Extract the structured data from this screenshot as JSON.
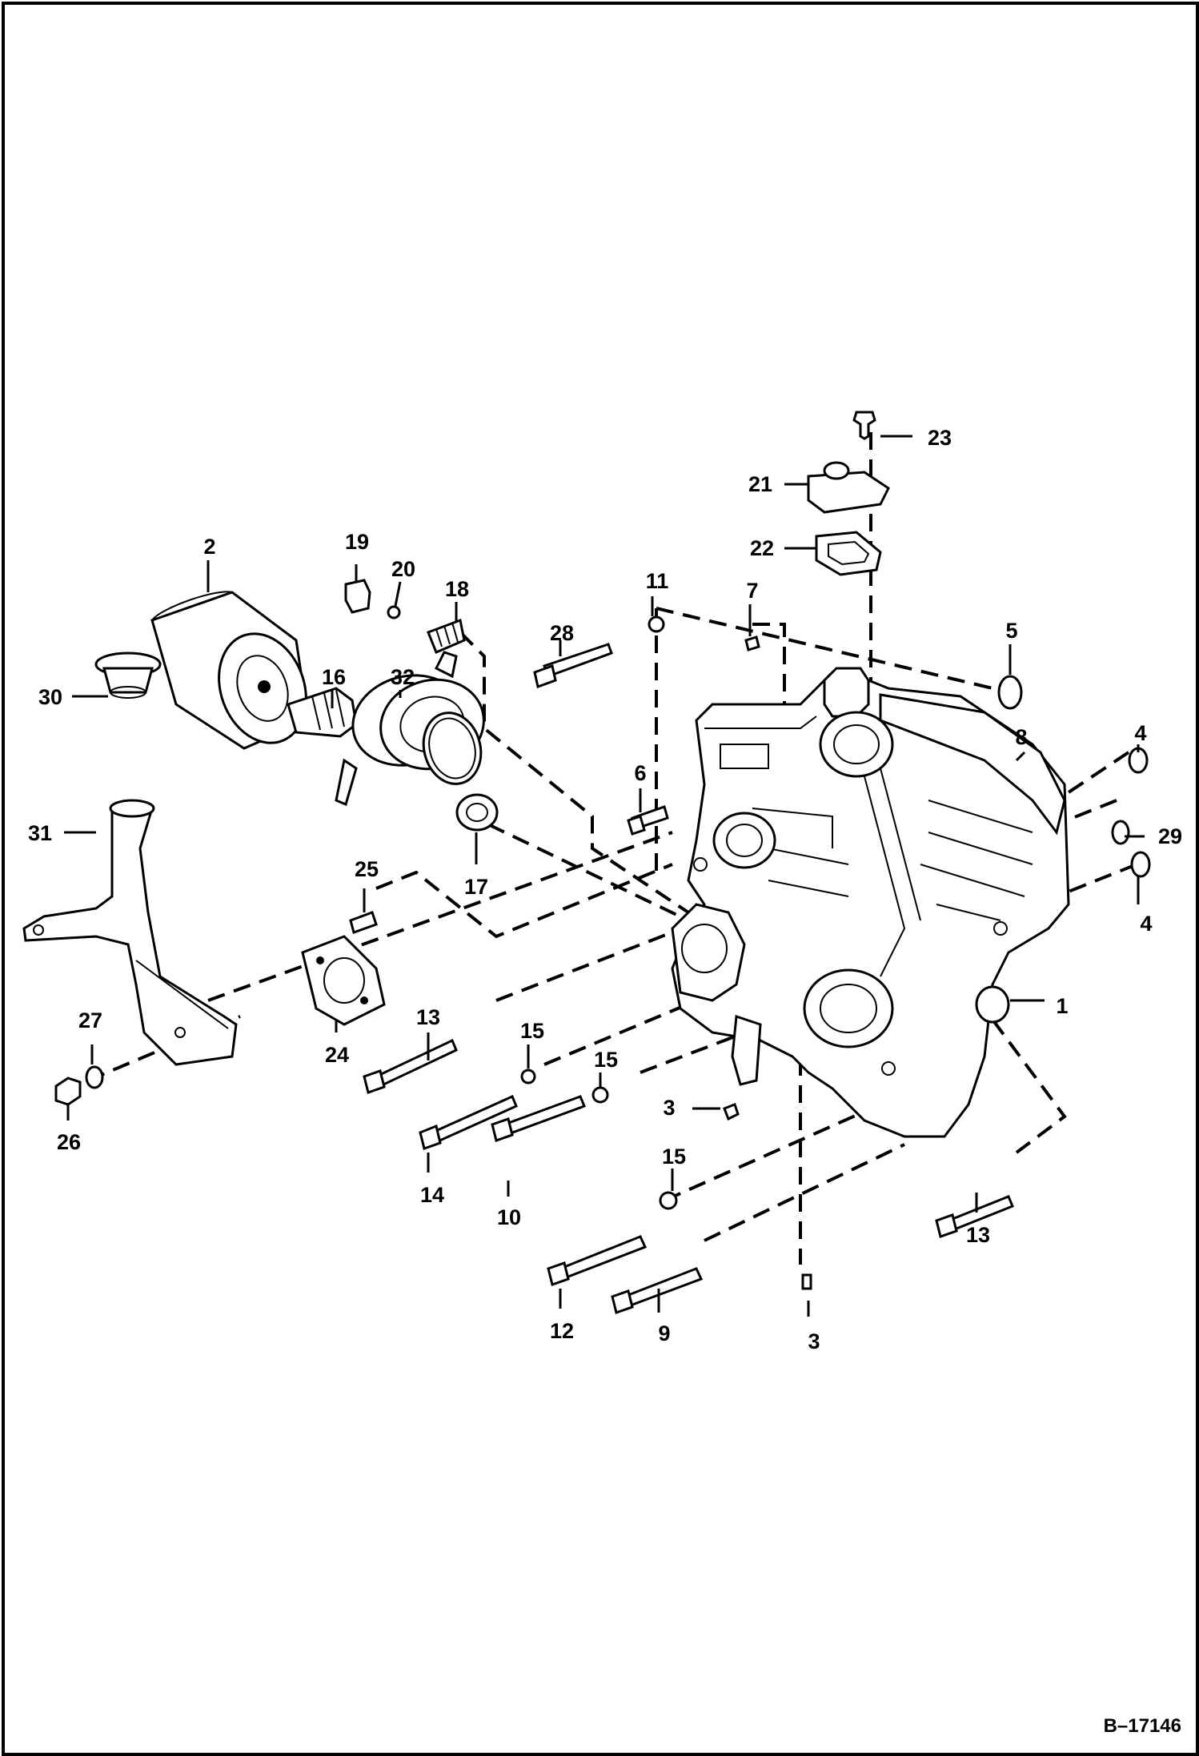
{
  "drawing_code": "B–17146",
  "parts": [
    {
      "label": "1"
    },
    {
      "label": "2"
    },
    {
      "label": "3"
    },
    {
      "label": "3"
    },
    {
      "label": "4"
    },
    {
      "label": "4"
    },
    {
      "label": "5"
    },
    {
      "label": "6"
    },
    {
      "label": "7"
    },
    {
      "label": "8"
    },
    {
      "label": "9"
    },
    {
      "label": "10"
    },
    {
      "label": "11"
    },
    {
      "label": "12"
    },
    {
      "label": "13"
    },
    {
      "label": "13"
    },
    {
      "label": "14"
    },
    {
      "label": "15"
    },
    {
      "label": "15"
    },
    {
      "label": "15"
    },
    {
      "label": "16"
    },
    {
      "label": "17"
    },
    {
      "label": "18"
    },
    {
      "label": "19"
    },
    {
      "label": "20"
    },
    {
      "label": "21"
    },
    {
      "label": "22"
    },
    {
      "label": "23"
    },
    {
      "label": "24"
    },
    {
      "label": "25"
    },
    {
      "label": "26"
    },
    {
      "label": "27"
    },
    {
      "label": "28"
    },
    {
      "label": "29"
    },
    {
      "label": "30"
    },
    {
      "label": "31"
    },
    {
      "label": "32"
    }
  ]
}
